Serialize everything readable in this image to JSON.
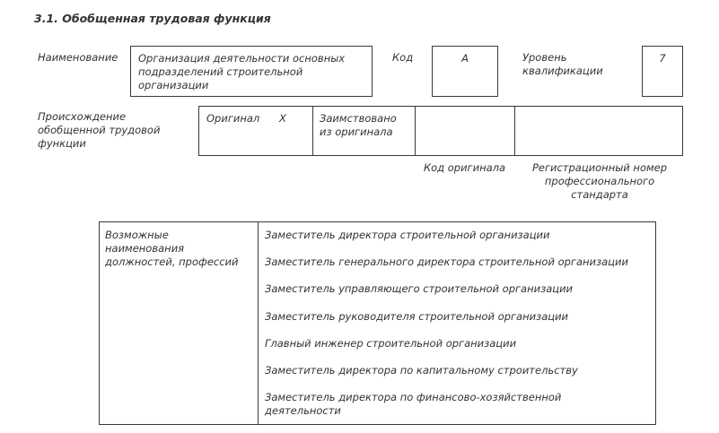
{
  "title": "3.1. Обобщенная трудовая функция",
  "name_label": "Наименование",
  "name_value_lines": [
    "Организация деятельности основных",
    "подразделений строительной",
    "организации"
  ],
  "code_label": "Код",
  "code_value": "А",
  "level_label_lines": [
    "Уровень",
    "квалификации"
  ],
  "level_value": "7",
  "origin_label_lines": [
    "Происхождение",
    "обобщенной трудовой",
    "функции"
  ],
  "original_label": "Оригинал",
  "original_mark": "Х",
  "borrowed_label_lines": [
    "Заимствовано",
    "из оригинала"
  ],
  "original_code_caption": "Код оригинала",
  "reg_number_caption_lines": [
    "Регистрационный номер",
    "профессионального",
    "стандарта"
  ],
  "positions_label_lines": [
    "Возможные",
    "наименования",
    "должностей, профессий"
  ],
  "positions": [
    [
      "Заместитель директора строительной организации"
    ],
    [
      "Заместитель генерального директора строительной организации"
    ],
    [
      "Заместитель управляющего строительной организации"
    ],
    [
      "Заместитель руководителя строительной организации"
    ],
    [
      "Главный инженер строительной организации"
    ],
    [
      "Заместитель директора по капитальному строительству"
    ],
    [
      "Заместитель директора по финансово-хозяйственной",
      "деятельности"
    ]
  ]
}
